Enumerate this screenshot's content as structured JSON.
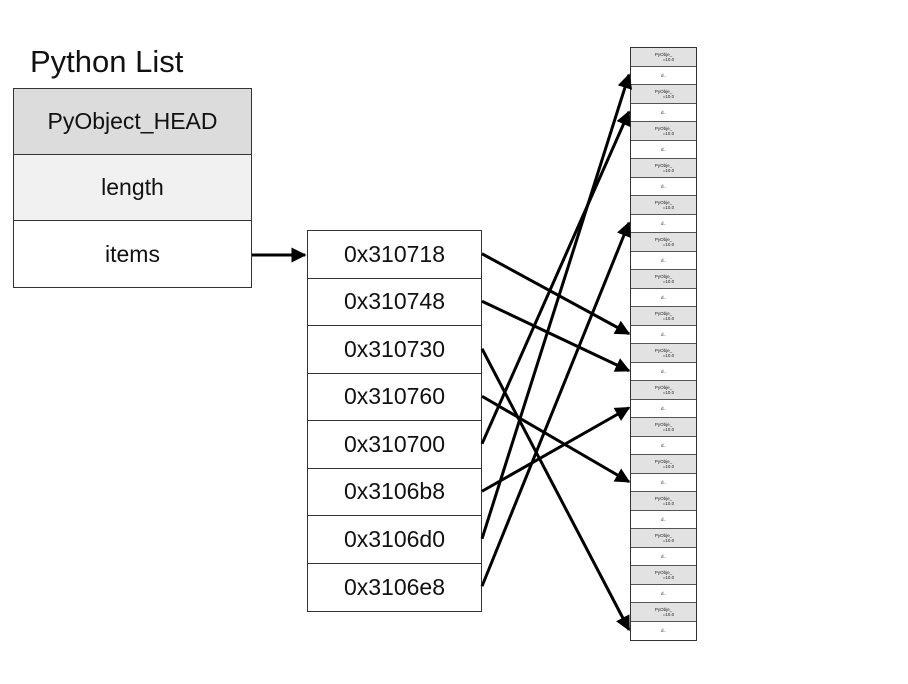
{
  "title": "Python List",
  "struct_fields": [
    {
      "label": "PyObject_HEAD"
    },
    {
      "label": "length"
    },
    {
      "label": "items"
    }
  ],
  "pointers": [
    {
      "label": "0x310718",
      "target_slot": 7
    },
    {
      "label": "0x310748",
      "target_slot": 8
    },
    {
      "label": "0x310730",
      "target_slot": 15
    },
    {
      "label": "0x310760",
      "target_slot": 11
    },
    {
      "label": "0x310700",
      "target_slot": 1
    },
    {
      "label": "0x3106b8",
      "target_slot": 9
    },
    {
      "label": "0x3106d0",
      "target_slot": 0
    },
    {
      "label": "0x3106e8",
      "target_slot": 4
    }
  ],
  "memory_block": {
    "cell_labels": {
      "type_line": "PyObje_",
      "value_line": "=10.0",
      "data": "d.."
    },
    "slot_count": 16
  }
}
